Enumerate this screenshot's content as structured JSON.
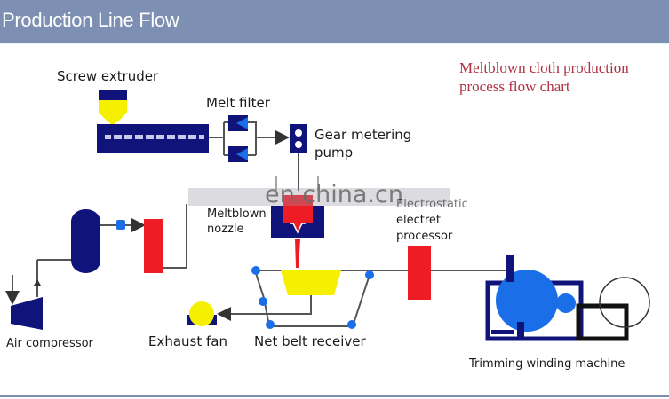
{
  "header": {
    "title": "Production Line Flow"
  },
  "diagram": {
    "title_line1": "Meltblown cloth production",
    "title_line2": "process flow chart",
    "watermark": "en.china.cn",
    "labels": {
      "screw_extruder": "Screw extruder",
      "melt_filter": "Melt filter",
      "gear_pump_line1": "Gear metering",
      "gear_pump_line2": "pump",
      "meltblown_nozzle_line1": "Meltblown",
      "meltblown_nozzle_line2": "nozzle",
      "electret_line1": "Electrostatic",
      "electret_line2": "electret",
      "electret_line3": "processor",
      "air_compressor": "Air compressor",
      "exhaust_fan": "Exhaust fan",
      "net_belt_receiver": "Net belt receiver",
      "trimming_winding": "Trimming winding machine"
    },
    "colors": {
      "navy": "#10137a",
      "yellow": "#f4f000",
      "red": "#ee1c25",
      "blue": "#1a6ee8",
      "line": "#555555",
      "title_red": "#b03040"
    }
  }
}
